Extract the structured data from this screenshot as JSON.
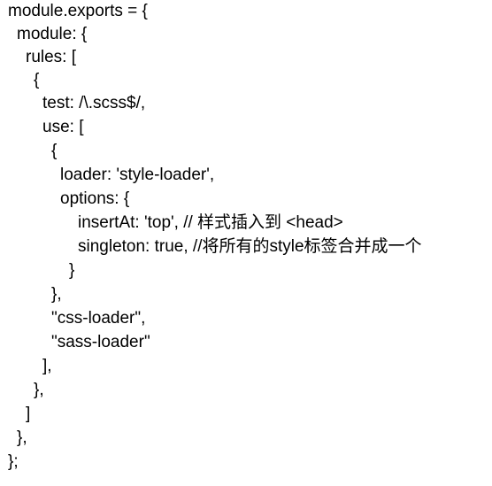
{
  "code": {
    "lines": [
      "module.exports = {",
      "module: {",
      "rules: [",
      "{",
      "test: /\\.scss$/,",
      "use: [",
      "{",
      "loader: 'style-loader',",
      "options: {",
      "insertAt: 'top', // 样式插入到 <head>",
      "singleton: true, //将所有的style标签合并成一个",
      "}",
      "},",
      "\"css-loader\",",
      "\"sass-loader\"",
      "],",
      "},",
      "]",
      "},",
      "};"
    ]
  }
}
